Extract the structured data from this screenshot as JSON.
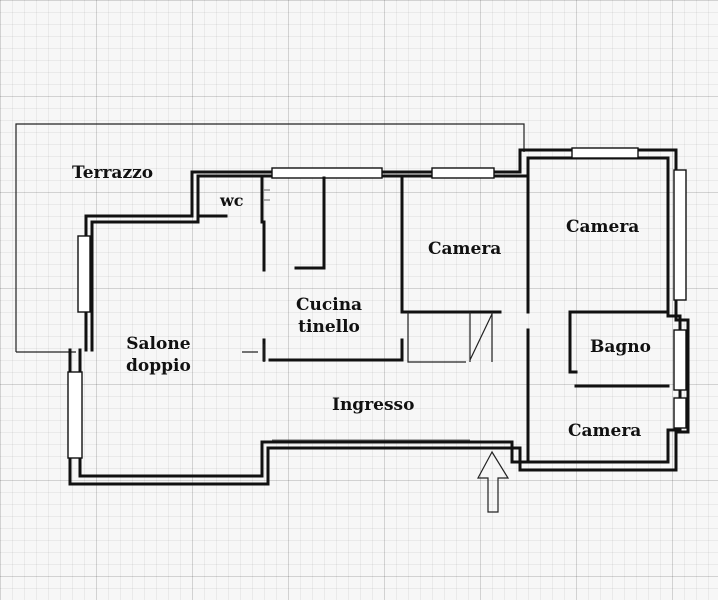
{
  "rooms": {
    "terrazzo": "Terrazzo",
    "wc": "wc",
    "camera_center": "Camera",
    "camera_top_right": "Camera",
    "cucina": "Cucina\ntinello",
    "salone": "Salone\ndoppio",
    "bagno": "Bagno",
    "ingresso": "Ingresso",
    "camera_bottom_right": "Camera"
  },
  "colors": {
    "walls": "#111111",
    "grid": "#cccccc",
    "background": "#f7f7f7"
  },
  "icons": {
    "entrance": "arrow-up-icon"
  }
}
